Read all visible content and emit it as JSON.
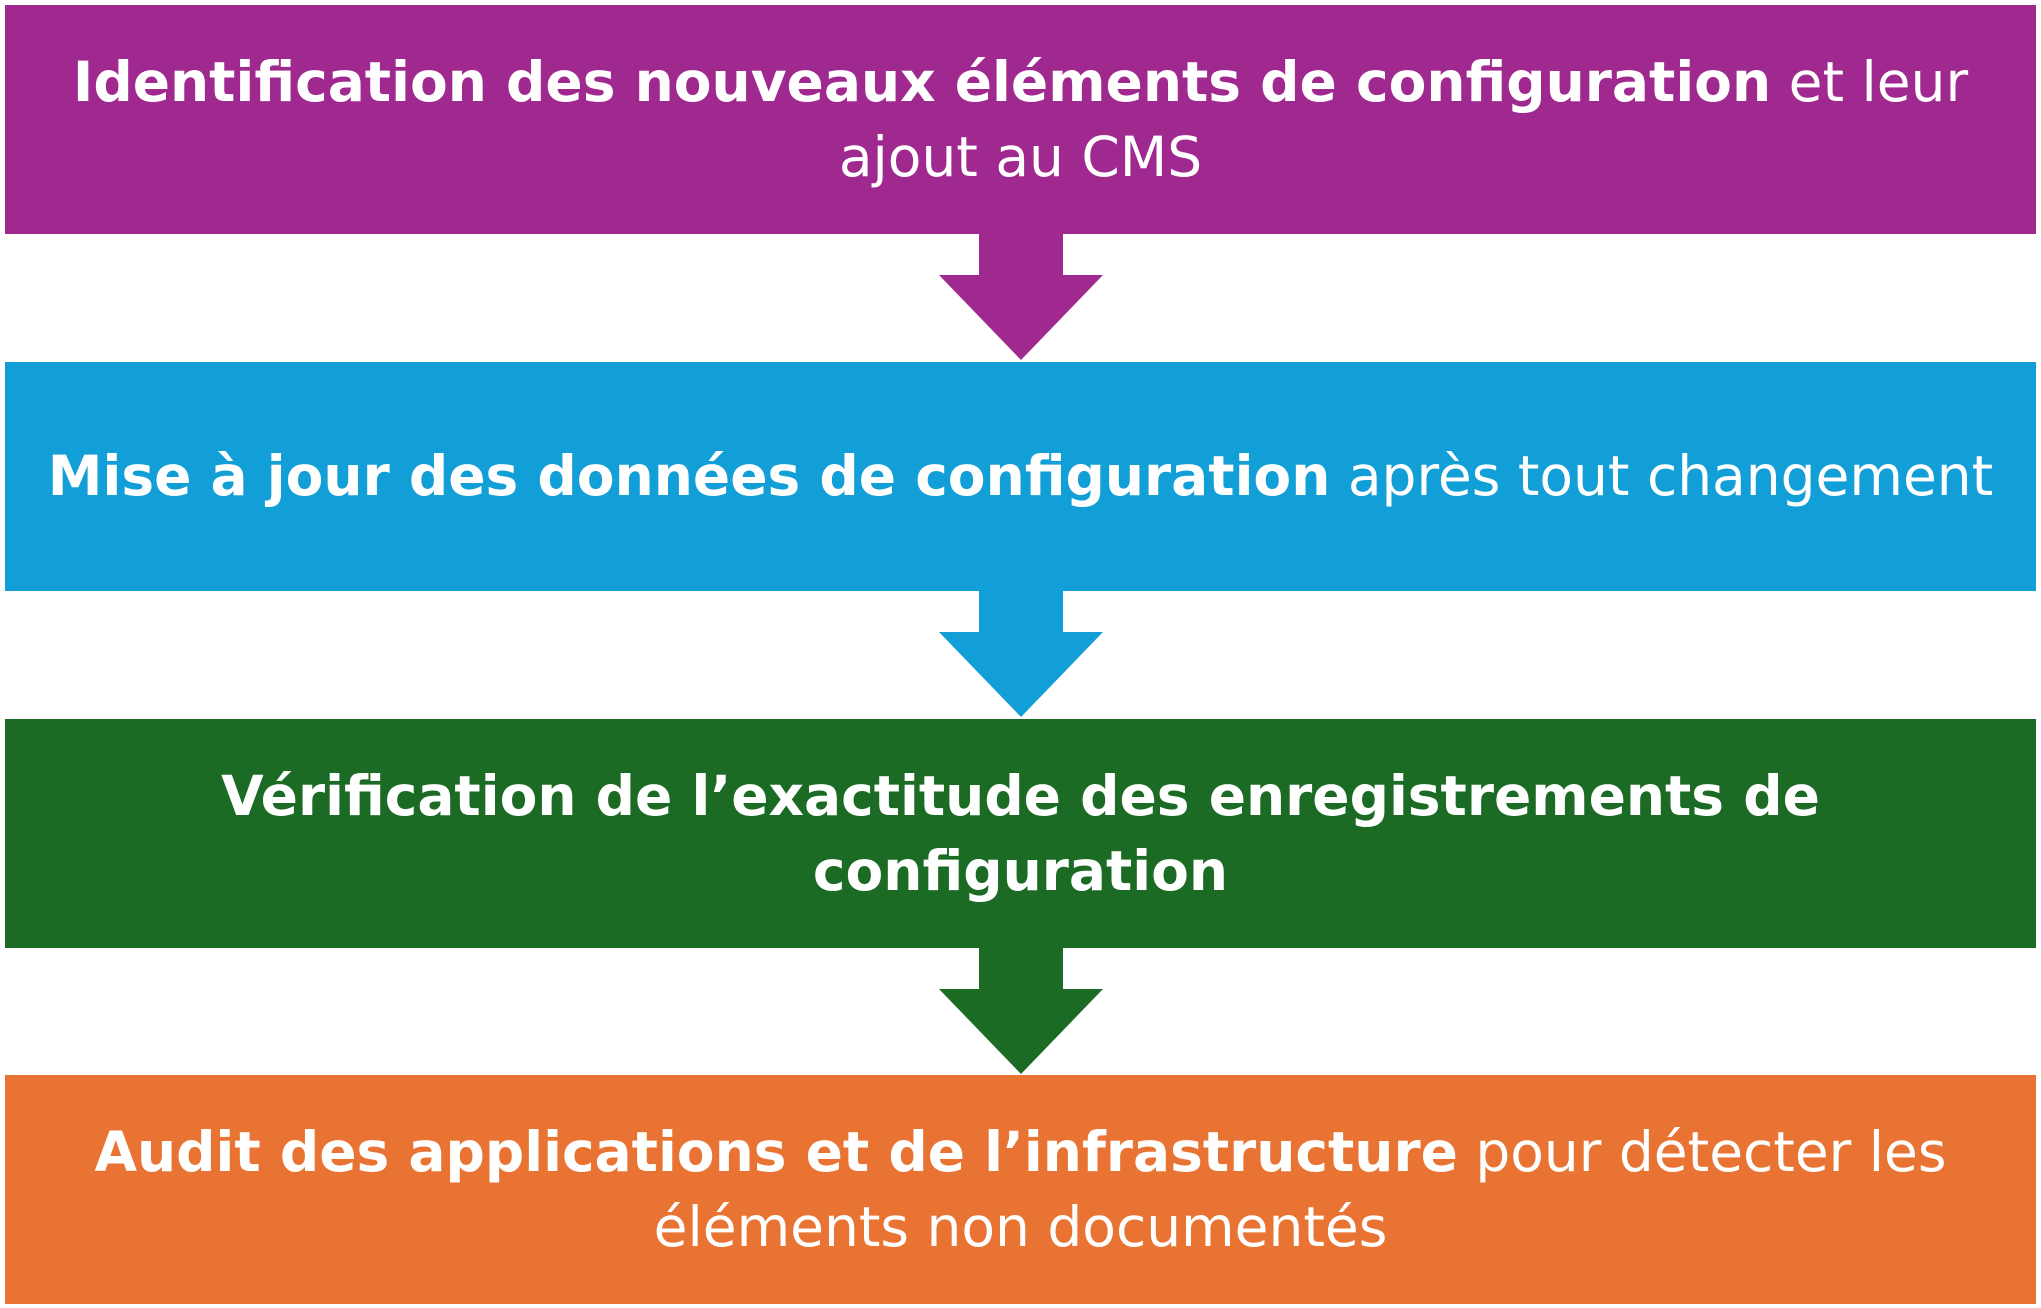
{
  "steps": [
    {
      "bold": "Identification des nouveaux éléments de configuration",
      "rest": " et leur ajout au CMS",
      "color": "#a0298f"
    },
    {
      "bold": "Mise à jour des données de configuration",
      "rest": " après tout changement",
      "color": "#129ed6"
    },
    {
      "bold": "Vérification de l’exactitude des enregistrements de configuration",
      "rest": "",
      "color": "#1b6b25"
    },
    {
      "bold": "Audit des applications et de l’infrastructure",
      "rest": " pour détecter les éléments non documentés",
      "color": "#e87332"
    }
  ],
  "arrows": [
    {
      "icon": "down-arrow-icon",
      "color": "#a0298f"
    },
    {
      "icon": "down-arrow-icon",
      "color": "#129ed6"
    },
    {
      "icon": "down-arrow-icon",
      "color": "#1b6b25"
    }
  ]
}
